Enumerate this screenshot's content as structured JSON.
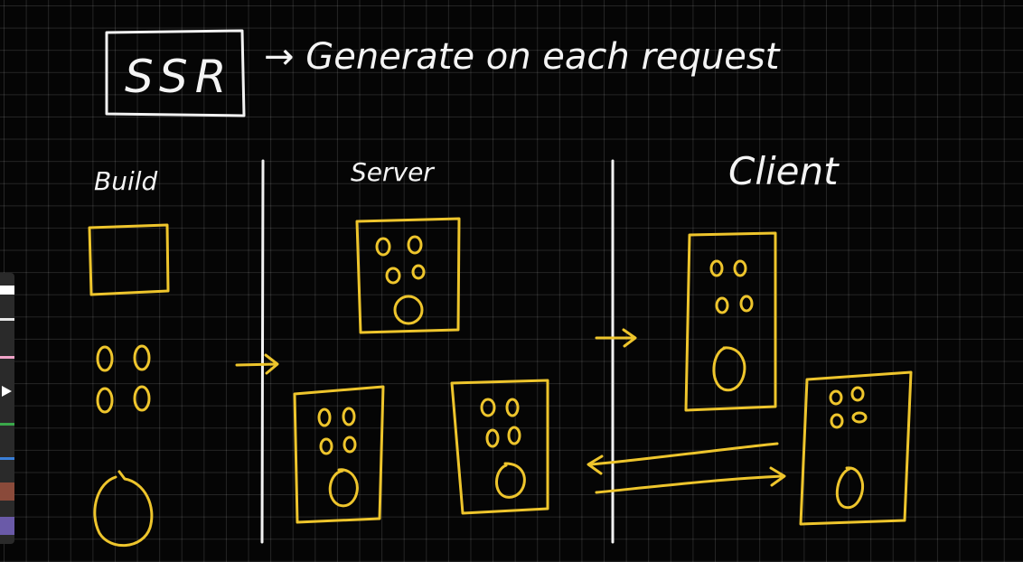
{
  "header": {
    "title_box_text": "SSR",
    "tagline": "→ Generate on each request"
  },
  "columns": {
    "build": "Build",
    "server": "Server",
    "client": "Client"
  },
  "palette": {
    "swatches": [
      "#ffffff",
      "#e6e6e6",
      "#f0a3c8",
      "#3aa84a",
      "#3a7fd8",
      "#8a4a3a",
      "#6a5aa8"
    ]
  },
  "colors": {
    "background": "#050505",
    "chalk": "#f2f2f2",
    "accent": "#eec52c"
  }
}
